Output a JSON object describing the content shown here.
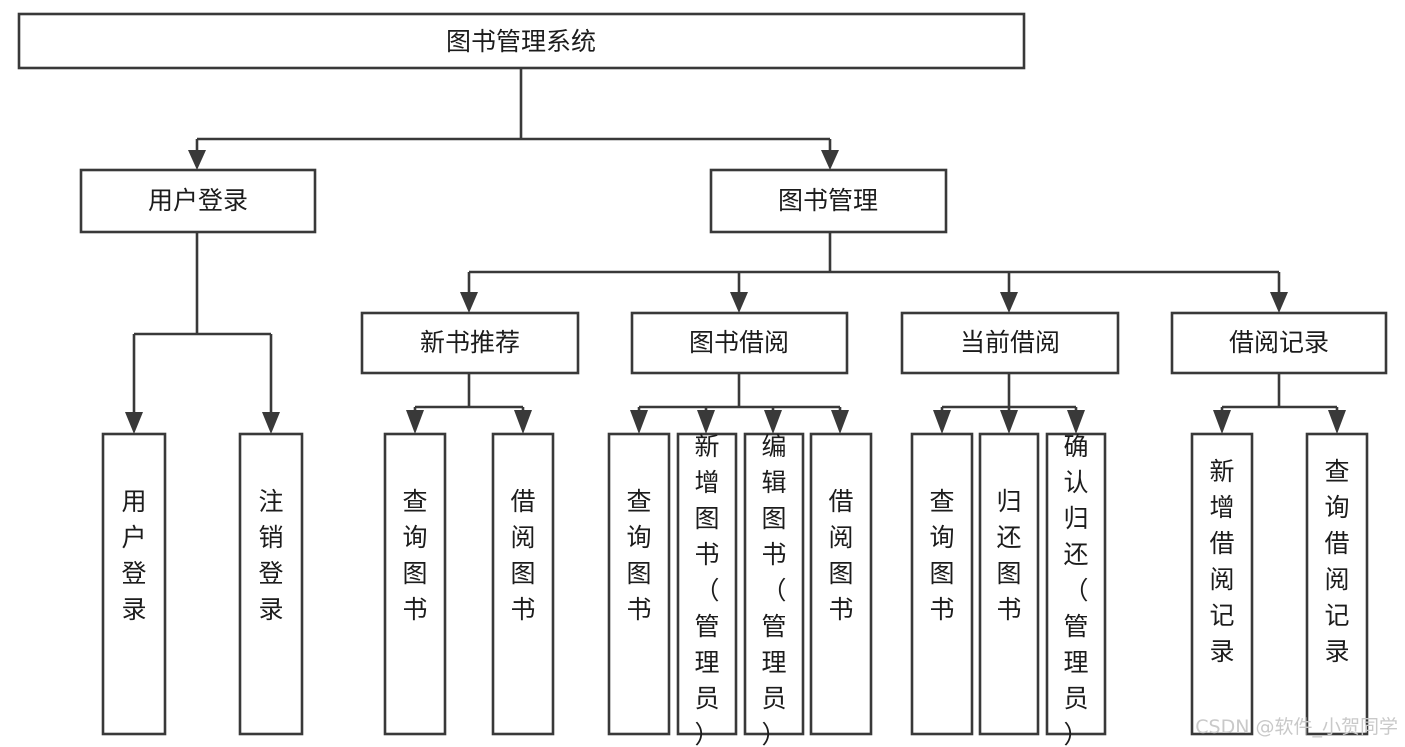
{
  "diagram": {
    "type": "tree-hierarchy",
    "title": "图书管理系统",
    "root": {
      "id": "root",
      "label": "图书管理系统"
    },
    "level2": [
      {
        "id": "user-login",
        "label": "用户登录"
      },
      {
        "id": "book-manage",
        "label": "图书管理"
      }
    ],
    "level3": [
      {
        "id": "new-book-rec",
        "label": "新书推荐",
        "parent": "book-manage"
      },
      {
        "id": "book-borrow",
        "label": "图书借阅",
        "parent": "book-manage"
      },
      {
        "id": "current-borrow",
        "label": "当前借阅",
        "parent": "book-manage"
      },
      {
        "id": "borrow-record",
        "label": "借阅记录",
        "parent": "book-manage"
      }
    ],
    "leaves": [
      {
        "id": "leaf-user-login",
        "label": "用户登录",
        "parent": "user-login"
      },
      {
        "id": "leaf-logout",
        "label": "注销登录",
        "parent": "user-login"
      },
      {
        "id": "leaf-query-book-1",
        "label": "查询图书",
        "parent": "new-book-rec"
      },
      {
        "id": "leaf-borrow-book-1",
        "label": "借阅图书",
        "parent": "new-book-rec"
      },
      {
        "id": "leaf-query-book-2",
        "label": "查询图书",
        "parent": "book-borrow"
      },
      {
        "id": "leaf-add-book",
        "label": "新增图书（管理员）",
        "parent": "book-borrow"
      },
      {
        "id": "leaf-edit-book",
        "label": "编辑图书（管理员）",
        "parent": "book-borrow"
      },
      {
        "id": "leaf-borrow-book-2",
        "label": "借阅图书",
        "parent": "book-borrow"
      },
      {
        "id": "leaf-query-book-3",
        "label": "查询图书",
        "parent": "current-borrow"
      },
      {
        "id": "leaf-return-book",
        "label": "归还图书",
        "parent": "current-borrow"
      },
      {
        "id": "leaf-confirm-return",
        "label": "确认归还（管理员）",
        "parent": "current-borrow"
      },
      {
        "id": "leaf-add-record",
        "label": "新增借阅记录",
        "parent": "borrow-record"
      },
      {
        "id": "leaf-query-record",
        "label": "查询借阅记录",
        "parent": "borrow-record"
      }
    ],
    "colors": {
      "stroke": "#393939",
      "fill": "#ffffff",
      "text": "#1c1c1c",
      "watermark": "#c9c9c9",
      "background": "#ffffff"
    }
  },
  "watermark": {
    "text": "CSDN @软件_小贺同学"
  }
}
